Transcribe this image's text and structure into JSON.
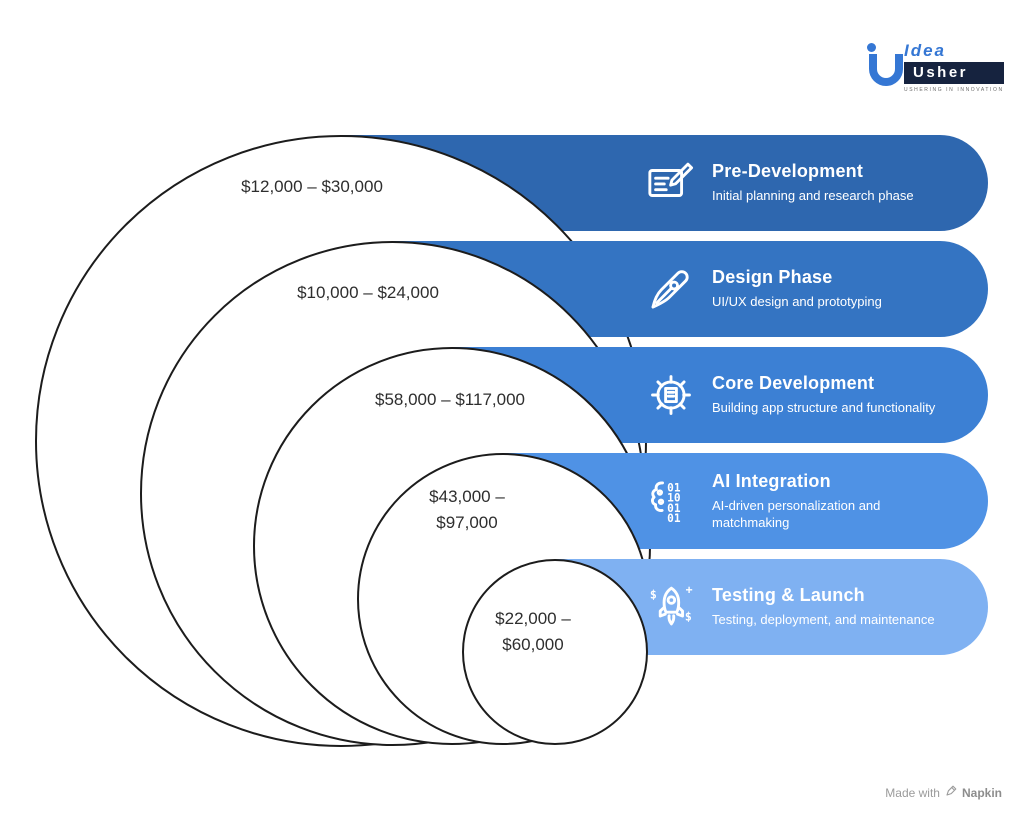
{
  "logo": {
    "brand_top": "Idea",
    "brand_bottom": "Usher",
    "tagline": "USHERING IN INNOVATION"
  },
  "phases": [
    {
      "title": "Pre-Development",
      "subtitle": "Initial planning and research phase",
      "cost": "$12,000 – $30,000",
      "color": "#2E67AF",
      "icon": "blueprint-pencil-icon"
    },
    {
      "title": "Design Phase",
      "subtitle": "UI/UX design and prototyping",
      "cost": "$10,000 – $24,000",
      "color": "#3474C2",
      "icon": "pen-design-icon"
    },
    {
      "title": "Core Development",
      "subtitle": "Building app structure and functionality",
      "cost": "$58,000 – $117,000",
      "color": "#3C80D4",
      "icon": "gear-document-icon"
    },
    {
      "title": "AI Integration",
      "subtitle": "AI-driven personalization and matchmaking",
      "cost": "$43,000 – $97,000",
      "color": "#4F92E5",
      "icon": "ai-binary-icon"
    },
    {
      "title": "Testing & Launch",
      "subtitle": "Testing, deployment, and maintenance",
      "cost": "$22,000 – $60,000",
      "color": "#7FB1F2",
      "icon": "rocket-dollar-icon"
    }
  ],
  "footer": {
    "made_with": "Made with",
    "brand": "Napkin"
  }
}
